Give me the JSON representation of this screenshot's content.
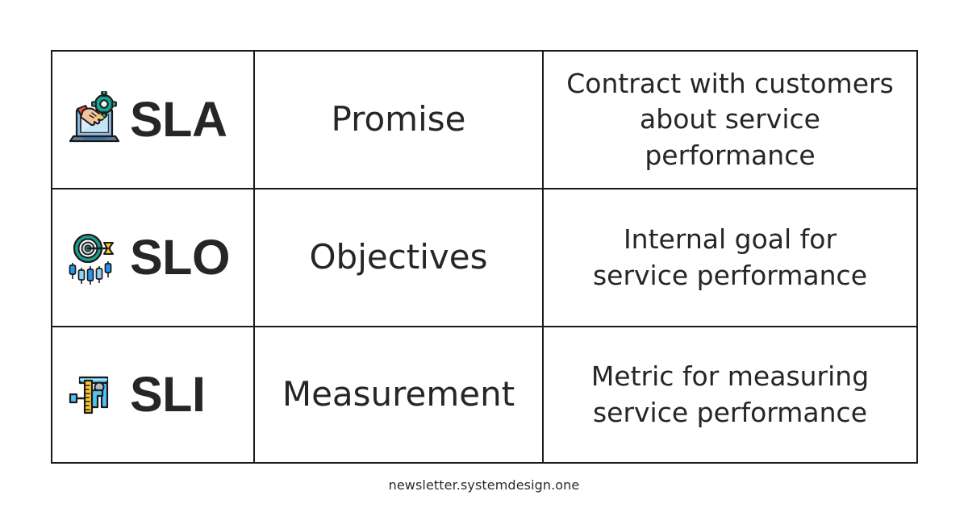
{
  "page": {
    "background_color": "#ffffff",
    "text_color": "#262626",
    "border_color": "#1a1a1a"
  },
  "table": {
    "rows": [
      {
        "icon_name": "laptop-handshake-gear-icon",
        "term": "SLA",
        "short_label": "Promise",
        "description": "Contract with customers\nabout service performance"
      },
      {
        "icon_name": "target-arrow-chart-icon",
        "term": "SLO",
        "short_label": "Objectives",
        "description": "Internal goal for\nservice performance"
      },
      {
        "icon_name": "caliper-measure-icon",
        "term": "SLI",
        "short_label": "Measurement",
        "description": "Metric for measuring\nservice performance"
      }
    ]
  },
  "footer": {
    "text": "newsletter.systemdesign.one"
  },
  "colors": {
    "teal": "#1aa090",
    "teal_dark": "#0e7b6c",
    "blue": "#2196f3",
    "blue_light": "#8fd3f4",
    "blue_dark": "#3f6fa8",
    "yellow": "#fdc82f",
    "skin": "#f2c49b",
    "red": "#e8534f",
    "gray": "#9aa0a6",
    "outline": "#1a1a1a"
  }
}
